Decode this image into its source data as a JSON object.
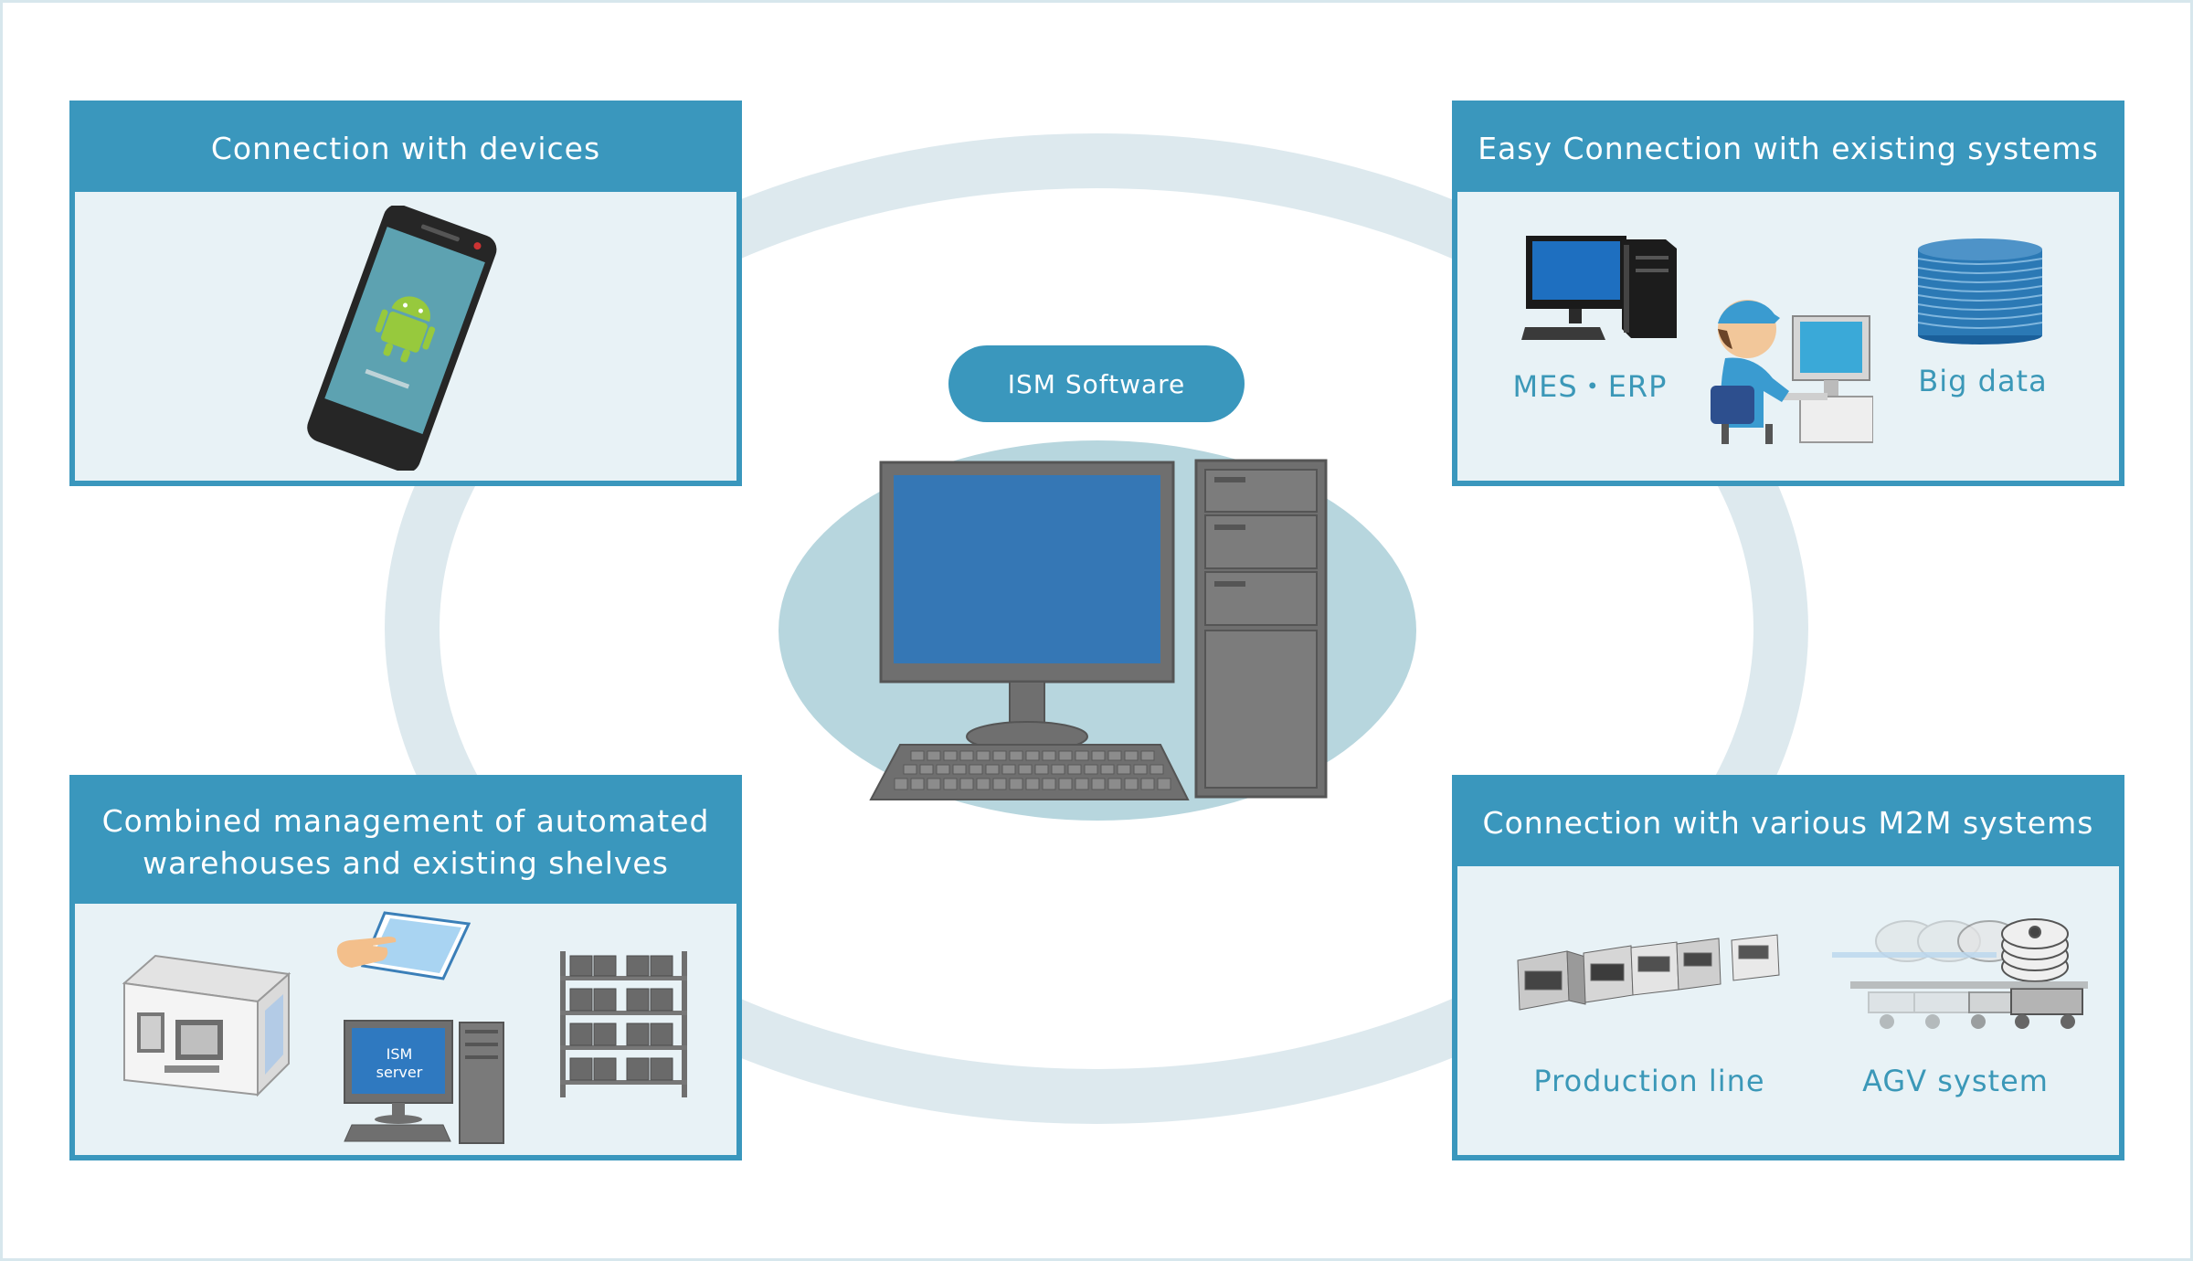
{
  "center": {
    "pill_label": "ISM Software",
    "icon": "desktop-computer-icon"
  },
  "panels": {
    "top_left": {
      "title": "Connection with devices",
      "icons": [
        "android-smartphone-icon"
      ]
    },
    "top_right": {
      "title": "Easy Connection with existing systems",
      "items": [
        {
          "label": "MES・ERP",
          "icon": "desktop-pc-icon"
        },
        {
          "label": "",
          "icon": "operator-at-computer-icon"
        },
        {
          "label": "Big data",
          "icon": "database-stack-icon"
        }
      ]
    },
    "bottom_left": {
      "title_line1": "Combined management of automated",
      "title_line2": "warehouses and existing shelves",
      "server_label_line1": "ISM",
      "server_label_line2": "server",
      "icons": [
        "automated-warehouse-icon",
        "hand-touch-tablet-icon",
        "ism-server-computer-icon",
        "storage-shelves-icon"
      ]
    },
    "bottom_right": {
      "title": "Connection with various M2M systems",
      "items": [
        {
          "label": "Production line",
          "icon": "production-line-machines-icon"
        },
        {
          "label": "AGV system",
          "icon": "agv-carts-icon"
        }
      ]
    }
  },
  "colors": {
    "accent": "#3a97bd",
    "panel_fill": "#e8f2f6",
    "ring": "#dde9ee",
    "center_blob": "#b7d6de",
    "monitor_screen": "#3577b5"
  }
}
